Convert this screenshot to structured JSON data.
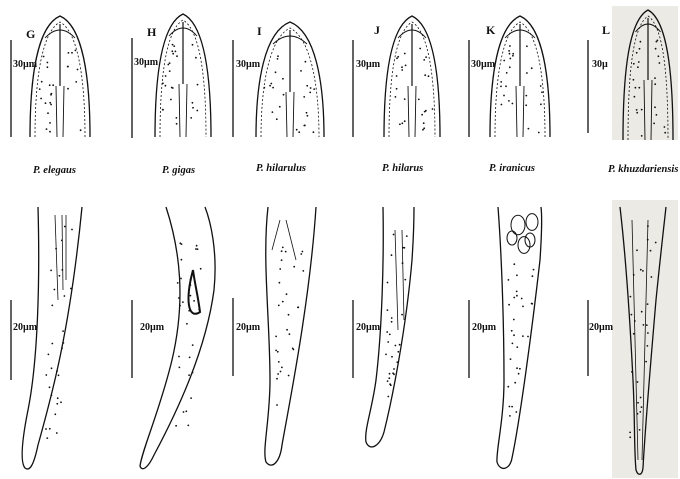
{
  "panels": [
    {
      "letter": "G",
      "species": "P. elegaus",
      "head_scale": "30µm",
      "tail_scale": "20µm"
    },
    {
      "letter": "H",
      "species": "P. gigas",
      "head_scale": "30µm",
      "tail_scale": "20µm"
    },
    {
      "letter": "I",
      "species": "P. hilarulus",
      "head_scale": "30µm",
      "tail_scale": "20µm"
    },
    {
      "letter": "J",
      "species": "P. hilarus",
      "head_scale": "30µm",
      "tail_scale": "20µm"
    },
    {
      "letter": "K",
      "species": "P. iranicus",
      "head_scale": "30µm",
      "tail_scale": "20µm"
    },
    {
      "letter": "L",
      "species": "P. khuzdariensis",
      "head_scale": "30µ",
      "tail_scale": "20µm"
    }
  ],
  "colors": {
    "ink": "#111111",
    "photo_background": "#eceae4"
  }
}
